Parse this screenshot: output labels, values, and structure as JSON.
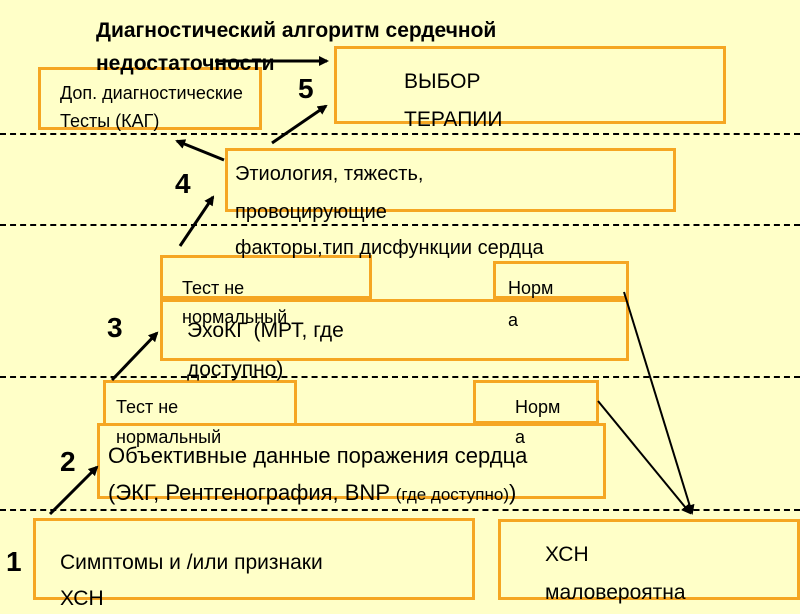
{
  "title": "Диагностический алгоритм сердечной недостаточности",
  "steps": {
    "s1": "1",
    "s2": "2",
    "s3": "3",
    "s4": "4",
    "s5": "5"
  },
  "boxes": {
    "extra_tests_line1": "Доп. диагностические",
    "extra_tests_line2": "Тесты (КАГ)",
    "therapy_line1": "ВЫБОР",
    "therapy_line2": "ТЕРАПИИ",
    "etiology_line1": "Этиология, тяжесть,",
    "etiology_line2": "провоцирующие",
    "etiology_line3": "факторы,тип дисфункции сердца",
    "test_abnormal_upper_line1": "Тест не",
    "test_abnormal_upper_line2": "нормальный",
    "norm_upper_line1": "Норм",
    "norm_upper_line2": "а",
    "echo_line1": "ЭхоКГ (МРТ, где",
    "echo_line2": "доступно)",
    "test_abnormal_lower_line1": "Тест не",
    "test_abnormal_lower_line2": "нормальный",
    "norm_lower_line1": "Норм",
    "norm_lower_line2": "а",
    "objective_line1": "Объективные данные поражения сердца",
    "objective_line2_main": "(ЭКГ, Рентгенография, BNP ",
    "objective_line2_small": "(где доступно)",
    "symptoms_line1": "Симптомы и /или признаки",
    "symptoms_line2": "ХСН",
    "hf_unlikely_line1": "ХСН",
    "hf_unlikely_line2": "маловероятна"
  },
  "colors": {
    "background": "#ffffc8",
    "box_border": "#f5a623",
    "arrow": "#000000"
  }
}
